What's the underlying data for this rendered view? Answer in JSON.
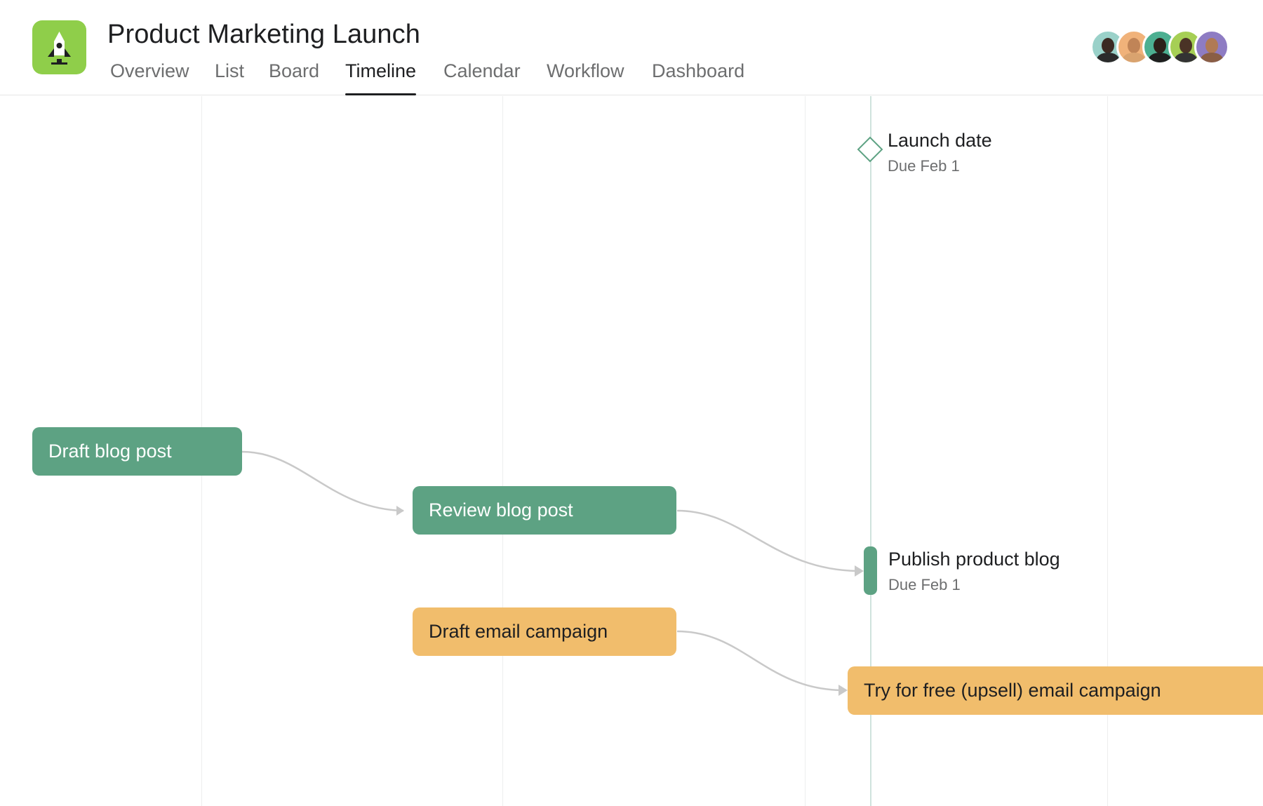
{
  "project": {
    "title": "Product Marketing Launch",
    "icon": "rocket-icon",
    "icon_color": "#8fce4a"
  },
  "tabs": [
    {
      "label": "Overview",
      "active": false
    },
    {
      "label": "List",
      "active": false
    },
    {
      "label": "Board",
      "active": false
    },
    {
      "label": "Timeline",
      "active": true
    },
    {
      "label": "Calendar",
      "active": false
    },
    {
      "label": "Workflow",
      "active": false
    },
    {
      "label": "Dashboard",
      "active": false
    }
  ],
  "members_count_shown": 5,
  "timeline": {
    "milestone": {
      "title": "Launch date",
      "due": "Due Feb 1"
    },
    "tasks": {
      "draft_blog": {
        "label": "Draft blog post",
        "color": "#5da283"
      },
      "review_blog": {
        "label": "Review blog post",
        "color": "#5da283"
      },
      "publish_blog": {
        "label": "Publish product blog",
        "due": "Due Feb 1",
        "color": "#5da283"
      },
      "draft_email": {
        "label": "Draft email campaign",
        "color": "#f1bd6c"
      },
      "upsell_email": {
        "label": "Try for free (upsell) email campaign",
        "color": "#f1bd6c"
      }
    }
  },
  "colors": {
    "accent_green": "#5da283",
    "accent_orange": "#f1bd6c",
    "dependency_line": "#c9c9c9"
  }
}
